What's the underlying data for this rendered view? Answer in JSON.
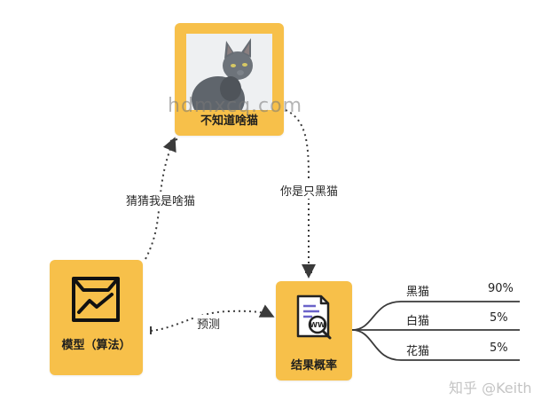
{
  "nodes": {
    "unknown_cat": {
      "label": "不知道啥猫"
    },
    "model": {
      "label": "模型（算法）"
    },
    "result": {
      "label": "结果概率"
    }
  },
  "edges": {
    "guess": "猜猜我是啥猫",
    "you_are": "你是只黑猫",
    "predict": "预测"
  },
  "results": [
    {
      "name": "黑猫",
      "value": "90%"
    },
    {
      "name": "白猫",
      "value": "5%"
    },
    {
      "name": "花猫",
      "value": "5%"
    }
  ],
  "watermarks": {
    "center": "hdmxcq.com",
    "corner": "知乎 @Keith"
  },
  "colors": {
    "card": "#f7c04a",
    "connector": "#3a3a3a",
    "branch": "#3a3a3a",
    "document_accent": "#6b63c9"
  },
  "icons": {
    "model": "box-chart-icon",
    "result": "document-search-icon"
  }
}
